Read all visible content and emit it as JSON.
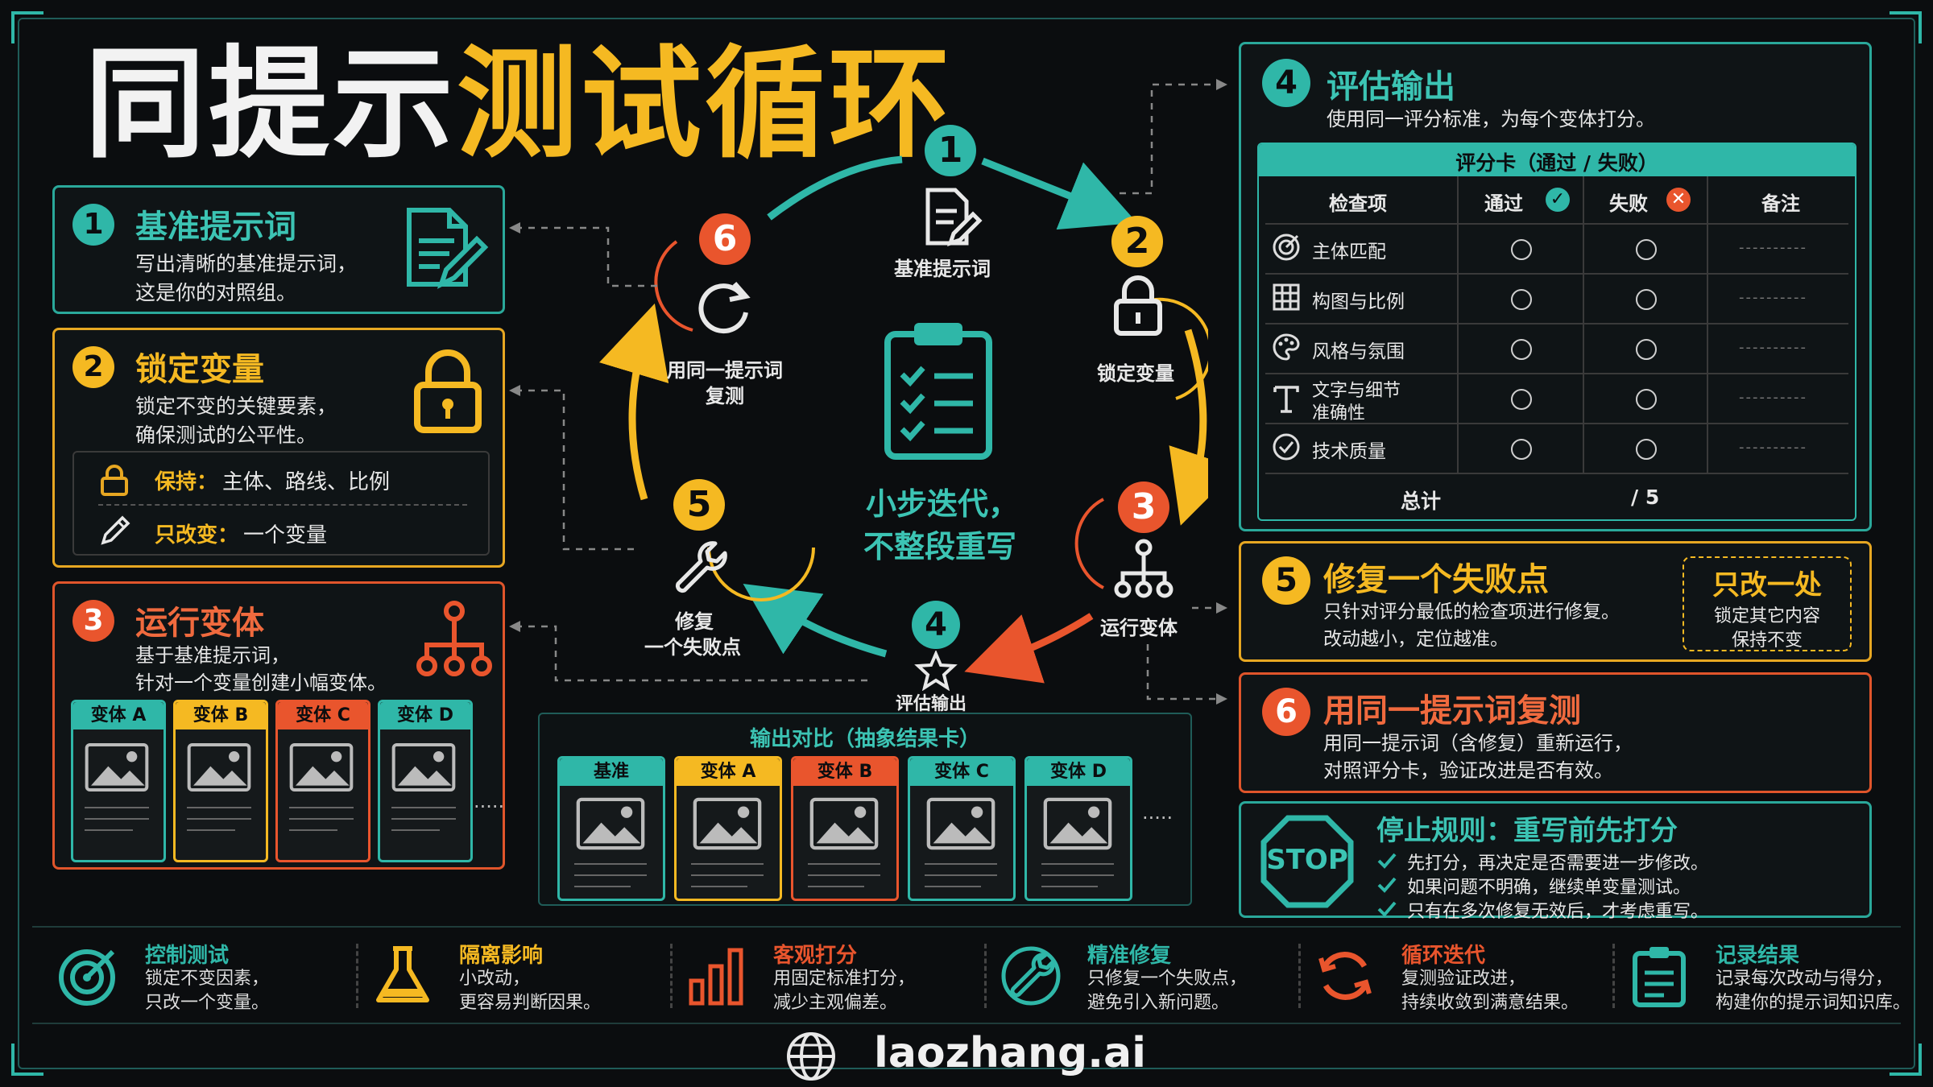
{
  "title": {
    "part1": "同提示",
    "part2": "测试循环"
  },
  "left": {
    "card1": {
      "num": "1",
      "title": "基准提示词",
      "line1": "写出清晰的基准提示词，",
      "line2": "这是你的对照组。"
    },
    "card2": {
      "num": "2",
      "title": "锁定变量",
      "line1": "锁定不变的关键要素，",
      "line2": "确保测试的公平性。",
      "keep_label": "保持：",
      "keep_value": "主体、路线、比例",
      "change_label": "只改变：",
      "change_value": "一个变量"
    },
    "card3": {
      "num": "3",
      "title": "运行变体",
      "line1": "基于基准提示词，",
      "line2": "针对一个变量创建小幅变体。",
      "variants": [
        "变体 A",
        "变体 B",
        "变体 C",
        "变体 D"
      ],
      "more": "....."
    }
  },
  "cycle": {
    "center_line1": "小步迭代，",
    "center_line2": "不整段重写",
    "nodes": [
      {
        "num": "1",
        "label": "基准提示词"
      },
      {
        "num": "2",
        "label": "锁定变量"
      },
      {
        "num": "3",
        "label": "运行变体"
      },
      {
        "num": "4",
        "label": "评估输出"
      },
      {
        "num": "5",
        "label_line1": "修复",
        "label_line2": "一个失败点"
      },
      {
        "num": "6",
        "label_line1": "用同一提示词",
        "label_line2": "复测"
      }
    ]
  },
  "compare": {
    "title": "输出对比（抽象结果卡）",
    "cards": [
      "基准",
      "变体 A",
      "变体 B",
      "变体 C",
      "变体 D"
    ],
    "more": "....."
  },
  "right": {
    "card4": {
      "num": "4",
      "title": "评估输出",
      "desc": "使用同一评分标准，为每个变体打分。",
      "scorecard": {
        "title": "评分卡（通过 / 失败）",
        "headers": [
          "检查项",
          "通过",
          "失败",
          "备注"
        ],
        "rows": [
          {
            "item": "主体匹配",
            "note": "----------"
          },
          {
            "item": "构图与比例",
            "note": "----------"
          },
          {
            "item": "风格与氛围",
            "note": "----------"
          },
          {
            "item_line1": "文字与细节",
            "item_line2": "准确性",
            "note": "----------"
          },
          {
            "item": "技术质量",
            "note": "----------"
          }
        ],
        "total_label": "总计",
        "total_value": "/ 5"
      }
    },
    "card5": {
      "num": "5",
      "title": "修复一个失败点",
      "line1": "只针对评分最低的检查项进行修复。",
      "line2": "改动越小，定位越准。",
      "badge_title": "只改一处",
      "badge_line1": "锁定其它内容",
      "badge_line2": "保持不变"
    },
    "card6": {
      "num": "6",
      "title": "用同一提示词复测",
      "line1": "用同一提示词（含修复）重新运行，",
      "line2": "对照评分卡，验证改进是否有效。"
    },
    "stop": {
      "sign": "STOP",
      "title": "停止规则：重写前先打分",
      "items": [
        "先打分，再决定是否需要进一步修改。",
        "如果问题不明确，继续单变量测试。",
        "只有在多次修复无效后，才考虑重写。"
      ]
    }
  },
  "bottom": [
    {
      "title": "控制测试",
      "line1": "锁定不变因素，",
      "line2": "只改一个变量。",
      "icon": "target-icon"
    },
    {
      "title": "隔离影响",
      "line1": "小改动，",
      "line2": "更容易判断因果。",
      "icon": "flask-icon"
    },
    {
      "title": "客观打分",
      "line1": "用固定标准打分，",
      "line2": "减少主观偏差。",
      "icon": "bar-chart-icon"
    },
    {
      "title": "精准修复",
      "line1": "只修复一个失败点，",
      "line2": "避免引入新问题。",
      "icon": "wrench-icon"
    },
    {
      "title": "循环迭代",
      "line1": "复测验证改进，",
      "line2": "持续收敛到满意结果。",
      "icon": "cycle-icon"
    },
    {
      "title": "记录结果",
      "line1": "记录每次改动与得分，",
      "line2": "构建你的提示词知识库。",
      "icon": "clipboard-icon"
    }
  ],
  "footer": {
    "brand": "laozhang.ai"
  },
  "colors": {
    "teal": "#2fb7a8",
    "yellow": "#f5b922",
    "red": "#e9552d",
    "bg": "#0b0d0f"
  }
}
